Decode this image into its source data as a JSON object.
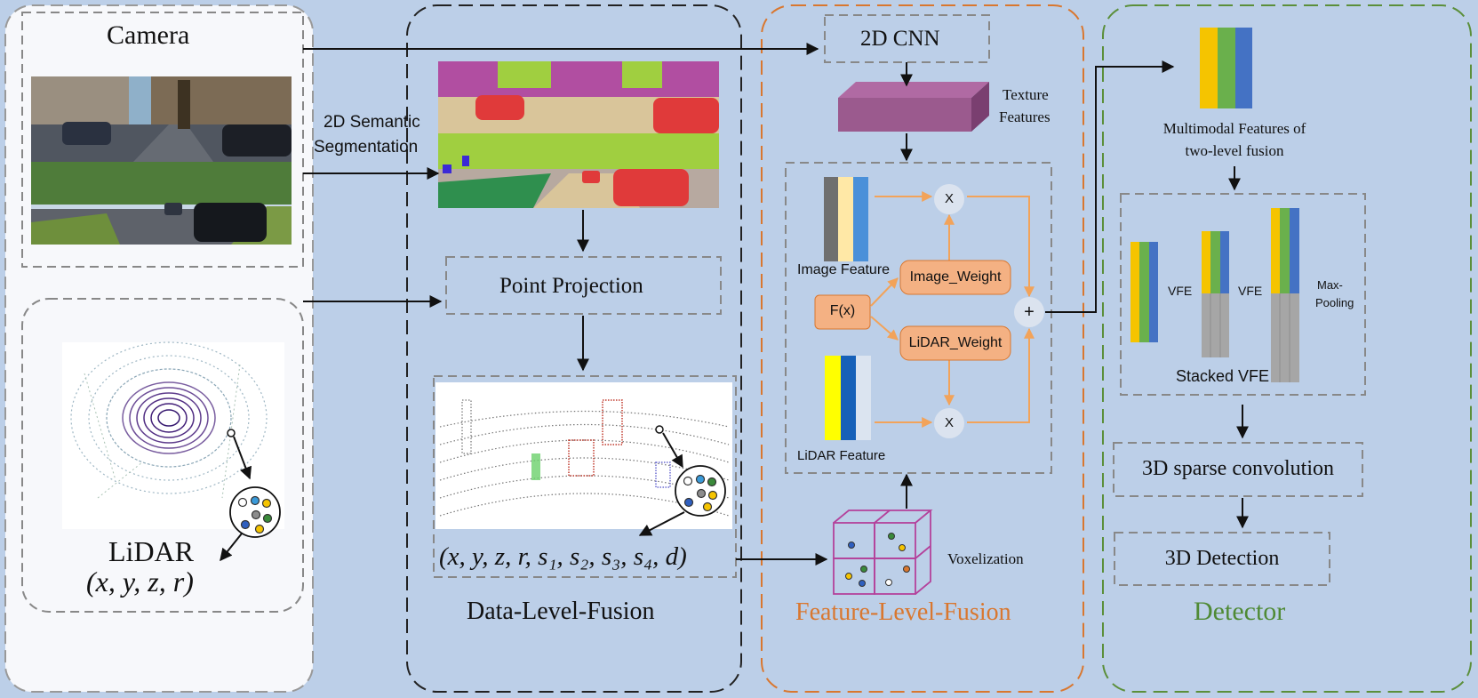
{
  "camera": {
    "title": "Camera"
  },
  "semantic_seg": {
    "label_line1": "2D Semantic",
    "label_line2": "Segmentation"
  },
  "lidar": {
    "title": "LiDAR",
    "tuple": "(x, y, z, r)"
  },
  "data_fusion": {
    "title": "Data-Level-Fusion",
    "point_projection": "Point Projection",
    "tuple": "(x, y, z, r, s₁, s₂, s₃, s₄, d)"
  },
  "feature_fusion": {
    "title": "Feature-Level-Fusion",
    "cnn": "2D CNN",
    "texture_line1": "Texture",
    "texture_line2": "Features",
    "image_feature": "Image Feature",
    "lidar_feature": "LiDAR Feature",
    "fx": "F(x)",
    "image_weight": "Image_Weight",
    "lidar_weight": "LiDAR_Weight",
    "multiply": "X",
    "plus": "+",
    "voxelization": "Voxelization"
  },
  "detector": {
    "title": "Detector",
    "multimodal_line1": "Multimodal Features of",
    "multimodal_line2": "two-level fusion",
    "vfe1": "VFE",
    "vfe2": "VFE",
    "maxpool_line1": "Max-",
    "maxpool_line2": "Pooling",
    "stacked_vfe": "Stacked VFE",
    "sparse_conv": "3D sparse convolution",
    "detection": "3D Detection"
  },
  "colors": {
    "background": "#bccfe8",
    "feature_frame": "#d9772f",
    "detector_frame": "#5b8f3a",
    "detector_title": "#4f8a35",
    "feature_title": "#d9772f",
    "orange_box": "#f4b183",
    "yellow": "#f5c400",
    "green": "#6ab04c",
    "blue": "#4472c4",
    "gray": "#a6a6a6",
    "texture_purple": "#9b5a8e"
  }
}
